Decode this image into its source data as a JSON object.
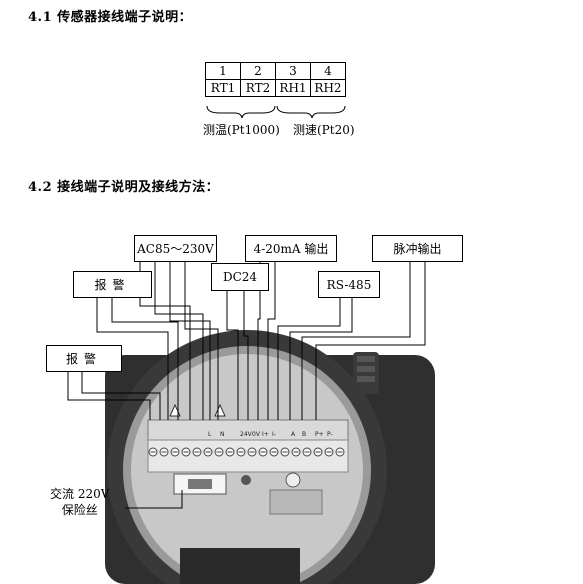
{
  "headings": {
    "sensor": "4.1 传感器接线端子说明：",
    "wiring": "4.2 接线端子说明及接线方法："
  },
  "terminal_table": {
    "numbers": [
      "1",
      "2",
      "3",
      "4"
    ],
    "labels": [
      "RT1",
      "RT2",
      "RH1",
      "RH2"
    ],
    "groups": [
      "测温(Pt1000)",
      "测速(Pt20)"
    ]
  },
  "callouts": {
    "ac_power": "AC85～230V",
    "current_output": "4-20mA 输出",
    "pulse_output": "脉冲输出",
    "dc24": "DC24",
    "alarm_top": "报警",
    "rs485": "RS-485",
    "alarm_left": "报警"
  },
  "fuse": {
    "line1": "交流 220V",
    "line2": "保险丝"
  },
  "board_labels": [
    "24V",
    "0V",
    "I+",
    "I-",
    "A",
    "B",
    "P+",
    "P-",
    "L",
    "N"
  ],
  "colors": {
    "housing": "#2f2f2f",
    "terminal_block": "#d9d9d9",
    "line": "#000000"
  }
}
